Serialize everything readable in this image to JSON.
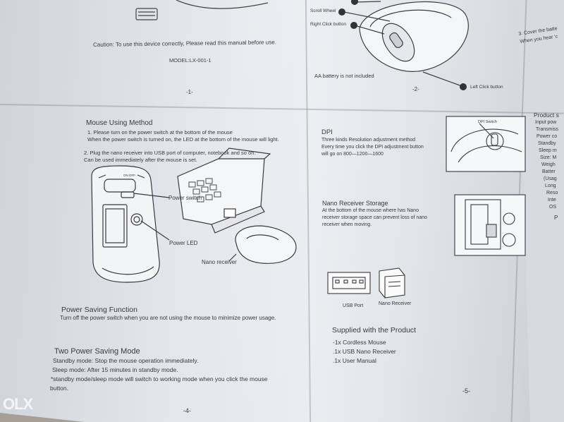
{
  "page1": {
    "caution": "Caution: To use this device correctly, Please read this manual before use.",
    "model": "MODEL:LX-001-1",
    "page_no": "-1-"
  },
  "page2": {
    "labels": [
      "Scroll Wheel",
      "Right Click button",
      "Left Click button"
    ],
    "battery": "AA battery is not included",
    "page_no": "-2-"
  },
  "page3": {
    "line1": "3. Cover the batte",
    "line2": "When you hear 'c"
  },
  "page4": {
    "heading": "Mouse Using Method",
    "step1a": "1. Please turn on the power switch at the bottom of the mouse",
    "step1b": "When the power switch is turned on, the LED at the bottom of the mouse will light.",
    "step2a": "2. Plug the nano receiver into USB port of computer, notebook and so on.",
    "step2b": "Can be used immediately after the mouse is set.",
    "callouts": [
      "Power switch",
      "Power LED",
      "Nano receiver"
    ],
    "switch_marks": "ON  OFF",
    "psf_heading": "Power Saving Function",
    "psf_text": "Turn off the power switch when you are not using the mouse to minimize power usage.",
    "tpsm_heading": "Two Power Saving Mode",
    "standby": "Standby mode: Stop the mouse operation immediately.",
    "sleep": "Sleep mode: After 15 minutes in standby mode.",
    "note1": "*standby mode/sleep mode will switch to working mode when you click the mouse",
    "note2": "button.",
    "page_no": "-4-"
  },
  "page5": {
    "dpi_heading": "DPI",
    "dpi1": "Three kinds Resolution adjustment method",
    "dpi2": "Every time you click the DPI adjustment button",
    "dpi3": "will go on 800—1200—1600",
    "dpi_switch": "DPI Switch",
    "nano_heading": "Nano Receiver Storage",
    "nano1": "At the bottom of the mouse where has Nano",
    "nano2": "receiver storage space can prevent loss of nano",
    "nano3": "receiver when moving.",
    "usb_port": "USB Port",
    "nano_receiver": "Nano Receiver",
    "supplied_heading": "Supplied with the Product",
    "items": [
      "-1x Cordless Mouse",
      ".1x USB Nano Receiver",
      ".1x User Manual"
    ],
    "page_no": "-5-"
  },
  "page6": {
    "lines": [
      "Product s",
      "Input pow",
      "Transmiss",
      "Power co",
      "Standby",
      "Sleep m",
      "Size: M",
      "Weigh",
      "Batter",
      "(Usag",
      "Long",
      "Reso",
      "Inte",
      "OS",
      "P"
    ]
  },
  "watermark": "OLX"
}
